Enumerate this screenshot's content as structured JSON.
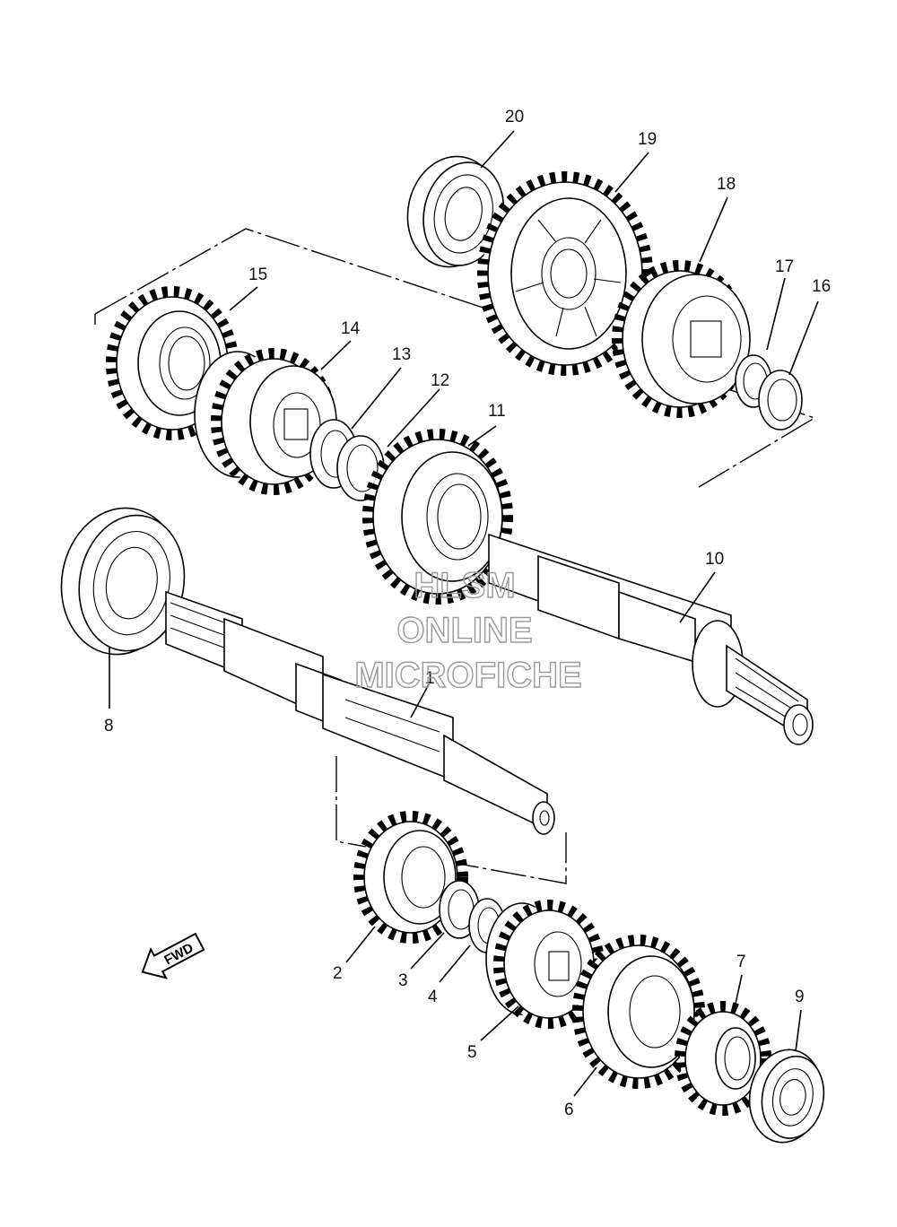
{
  "callouts": [
    "1",
    "2",
    "3",
    "4",
    "5",
    "6",
    "7",
    "8",
    "9",
    "10",
    "11",
    "12",
    "13",
    "14",
    "15",
    "16",
    "17",
    "18",
    "19",
    "20"
  ],
  "direction_marker": {
    "label": "FWD",
    "icon": "arrow-left-icon"
  },
  "watermark": [
    "HLSM",
    "ONLINE",
    "MICROFICHE"
  ]
}
